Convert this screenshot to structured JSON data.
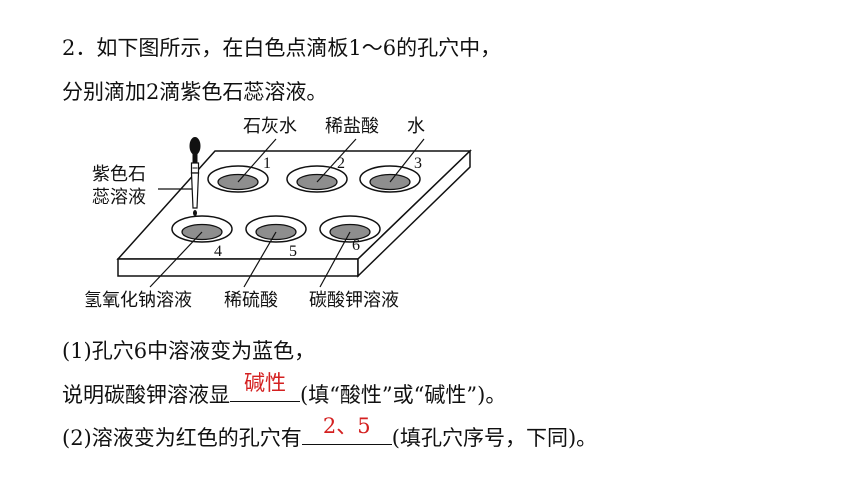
{
  "question": {
    "intro_line1": "2．如下图所示，在白色点滴板1～6的孔穴中，",
    "intro_line2": "分别滴加2滴紫色石蕊溶液。"
  },
  "figure": {
    "dropper_label_line1": "紫色石",
    "dropper_label_line2": "蕊溶液",
    "top_labels": [
      "石灰水",
      "稀盐酸",
      "水"
    ],
    "bottom_labels": [
      "氢氧化钠溶液",
      "稀硫酸",
      "碳酸钾溶液"
    ],
    "well_numbers": [
      "1",
      "2",
      "3",
      "4",
      "5",
      "6"
    ],
    "colors": {
      "well_fill": "#8e8e8e",
      "plate_fill": "#ffffff",
      "stroke": "#111111"
    }
  },
  "part1": {
    "line1": "(1)孔穴6中溶液变为蓝色，",
    "line2_before": "说明碳酸钾溶液显",
    "answer": "碱性",
    "line2_after": "(填“酸性”或“碱性”)。"
  },
  "part2": {
    "before": "(2)溶液变为红色的孔穴有",
    "answer": "2、5",
    "after": "(填孔穴序号，下同)。"
  },
  "colors": {
    "answer": "#d42020",
    "text": "#111111"
  }
}
